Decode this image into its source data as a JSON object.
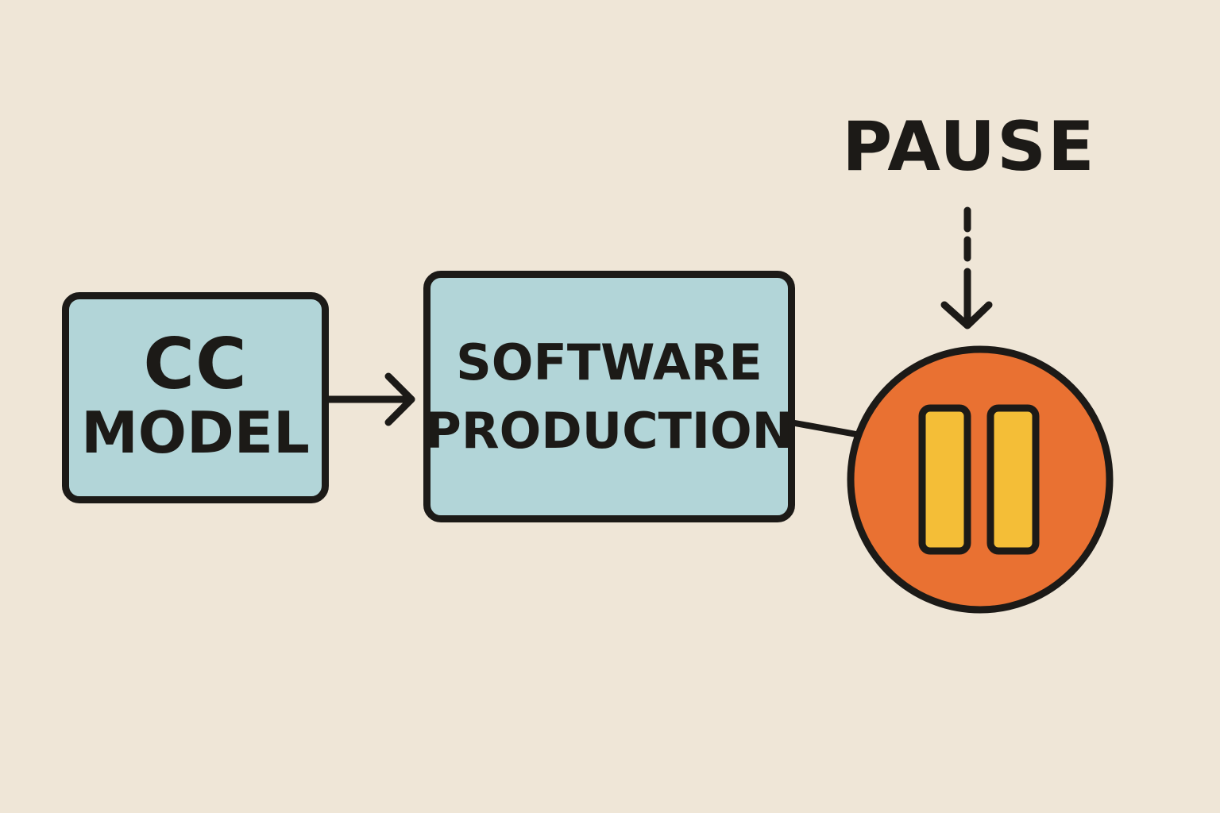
{
  "background_color": "#efe6d7",
  "colors": {
    "box_fill": "#b2d5d8",
    "stroke": "#1c1a17",
    "pause_circle": "#e97132",
    "pause_bars": "#f4be37"
  },
  "nodes": {
    "cc_model": {
      "line1": "CC",
      "line2": "MODEL"
    },
    "software_production": {
      "line1": "SOFTWARE",
      "line2": "PRODUCTION"
    },
    "pause": {
      "label": "PAUSE",
      "icon": "pause-icon"
    }
  },
  "edges": [
    {
      "from": "cc_model",
      "to": "software_production",
      "style": "solid-arrow"
    },
    {
      "from": "software_production",
      "to": "pause",
      "style": "solid-line"
    },
    {
      "from": "pause_label",
      "to": "pause",
      "style": "dashed-arrow"
    }
  ]
}
